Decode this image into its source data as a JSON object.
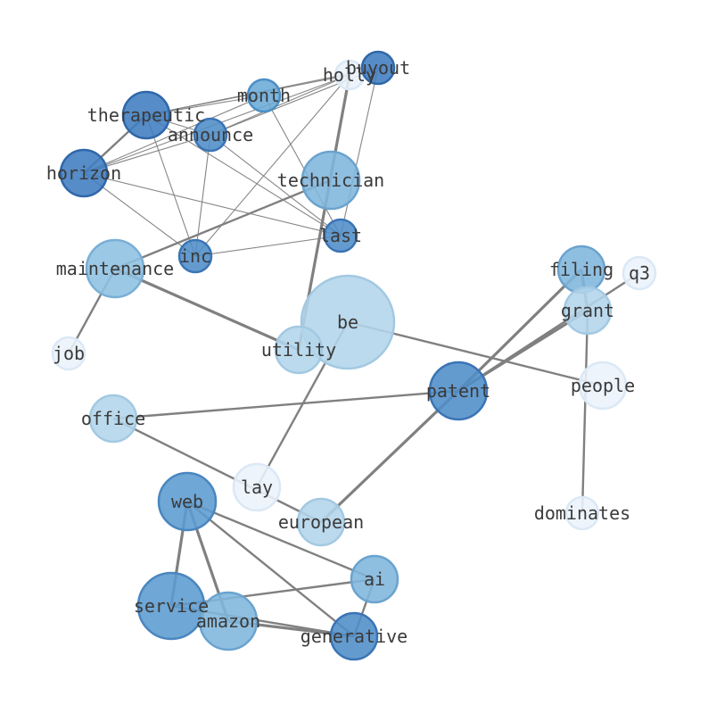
{
  "graph": {
    "colors": {
      "edge": "#808080",
      "label": "#3a3a3a"
    },
    "nodes": [
      {
        "id": "therapeutic",
        "label": "therapeutic",
        "fill": "#3f7cbf",
        "stroke": "#2f67aa"
      },
      {
        "id": "month",
        "label": "month",
        "fill": "#6aaad7",
        "stroke": "#4a8ec6"
      },
      {
        "id": "holly",
        "label": "holly",
        "fill": "#eaf2fb",
        "stroke": "#dbe8f6"
      },
      {
        "id": "buyout",
        "label": "buyout",
        "fill": "#3f7cbf",
        "stroke": "#2f67aa"
      },
      {
        "id": "announce",
        "label": "announce",
        "fill": "#4f8dc8",
        "stroke": "#3a74b5"
      },
      {
        "id": "horizon",
        "label": "horizon",
        "fill": "#3f7cbf",
        "stroke": "#2f67aa"
      },
      {
        "id": "technician",
        "label": "technician",
        "fill": "#7fb6dc",
        "stroke": "#6aa3cf"
      },
      {
        "id": "last",
        "label": "last",
        "fill": "#4f8dc8",
        "stroke": "#3a74b5"
      },
      {
        "id": "inc",
        "label": "inc",
        "fill": "#4f8dc8",
        "stroke": "#3a74b5"
      },
      {
        "id": "maintenance",
        "label": "maintenance",
        "fill": "#8dc0e1",
        "stroke": "#79afd6"
      },
      {
        "id": "job",
        "label": "job",
        "fill": "#eaf2fb",
        "stroke": "#dbe8f6"
      },
      {
        "id": "be",
        "label": "be",
        "fill": "#b3d5ea",
        "stroke": "#a2c9e2"
      },
      {
        "id": "utility",
        "label": "utility",
        "fill": "#b3d5ea",
        "stroke": "#a2c9e2"
      },
      {
        "id": "filing",
        "label": "filing",
        "fill": "#7fb6dc",
        "stroke": "#6aa3cf"
      },
      {
        "id": "q3",
        "label": "q3",
        "fill": "#eaf2fb",
        "stroke": "#dbe8f6"
      },
      {
        "id": "grant",
        "label": "grant",
        "fill": "#b3d5ea",
        "stroke": "#a2c9e2"
      },
      {
        "id": "patent",
        "label": "patent",
        "fill": "#4f8dc8",
        "stroke": "#3a74b5"
      },
      {
        "id": "people",
        "label": "people",
        "fill": "#eaf2fb",
        "stroke": "#dbe8f6"
      },
      {
        "id": "office",
        "label": "office",
        "fill": "#b3d5ea",
        "stroke": "#a2c9e2"
      },
      {
        "id": "lay",
        "label": "lay",
        "fill": "#eaf2fb",
        "stroke": "#dbe8f6"
      },
      {
        "id": "european",
        "label": "european",
        "fill": "#b3d5ea",
        "stroke": "#a2c9e2"
      },
      {
        "id": "dominates",
        "label": "dominates",
        "fill": "#eaf2fb",
        "stroke": "#dbe8f6"
      },
      {
        "id": "web",
        "label": "web",
        "fill": "#5b9bd0",
        "stroke": "#4a86bf"
      },
      {
        "id": "ai",
        "label": "ai",
        "fill": "#7fb6dc",
        "stroke": "#6aa3cf"
      },
      {
        "id": "service",
        "label": "service",
        "fill": "#5b9bd0",
        "stroke": "#4a86bf"
      },
      {
        "id": "amazon",
        "label": "amazon",
        "fill": "#7fb6dc",
        "stroke": "#6aa3cf"
      },
      {
        "id": "generative",
        "label": "generative",
        "fill": "#4f8dc8",
        "stroke": "#3a74b5"
      }
    ],
    "edges": [
      {
        "source": "therapeutic",
        "target": "month",
        "weight": 1
      },
      {
        "source": "therapeutic",
        "target": "holly",
        "weight": 1
      },
      {
        "source": "therapeutic",
        "target": "buyout",
        "weight": 1
      },
      {
        "source": "therapeutic",
        "target": "announce",
        "weight": 1
      },
      {
        "source": "therapeutic",
        "target": "horizon",
        "weight": 2
      },
      {
        "source": "therapeutic",
        "target": "last",
        "weight": 1
      },
      {
        "source": "therapeutic",
        "target": "inc",
        "weight": 1
      },
      {
        "source": "horizon",
        "target": "month",
        "weight": 1
      },
      {
        "source": "horizon",
        "target": "holly",
        "weight": 1
      },
      {
        "source": "horizon",
        "target": "announce",
        "weight": 1
      },
      {
        "source": "horizon",
        "target": "last",
        "weight": 1
      },
      {
        "source": "horizon",
        "target": "inc",
        "weight": 1
      },
      {
        "source": "announce",
        "target": "holly",
        "weight": 1
      },
      {
        "source": "announce",
        "target": "buyout",
        "weight": 1
      },
      {
        "source": "announce",
        "target": "last",
        "weight": 1
      },
      {
        "source": "announce",
        "target": "inc",
        "weight": 1
      },
      {
        "source": "month",
        "target": "last",
        "weight": 1
      },
      {
        "source": "inc",
        "target": "last",
        "weight": 1
      },
      {
        "source": "inc",
        "target": "holly",
        "weight": 1
      },
      {
        "source": "buyout",
        "target": "last",
        "weight": 1
      },
      {
        "source": "holly",
        "target": "utility",
        "weight": 3
      },
      {
        "source": "technician",
        "target": "maintenance",
        "weight": 2
      },
      {
        "source": "maintenance",
        "target": "utility",
        "weight": 3
      },
      {
        "source": "maintenance",
        "target": "job",
        "weight": 2
      },
      {
        "source": "be",
        "target": "people",
        "weight": 2
      },
      {
        "source": "be",
        "target": "lay",
        "weight": 2
      },
      {
        "source": "filing",
        "target": "patent",
        "weight": 3
      },
      {
        "source": "filing",
        "target": "grant",
        "weight": 3
      },
      {
        "source": "q3",
        "target": "patent",
        "weight": 2
      },
      {
        "source": "grant",
        "target": "patent",
        "weight": 3
      },
      {
        "source": "grant",
        "target": "dominates",
        "weight": 2
      },
      {
        "source": "patent",
        "target": "office",
        "weight": 2
      },
      {
        "source": "patent",
        "target": "european",
        "weight": 3
      },
      {
        "source": "office",
        "target": "european",
        "weight": 2
      },
      {
        "source": "web",
        "target": "ai",
        "weight": 2
      },
      {
        "source": "web",
        "target": "service",
        "weight": 3
      },
      {
        "source": "web",
        "target": "amazon",
        "weight": 3
      },
      {
        "source": "web",
        "target": "generative",
        "weight": 2
      },
      {
        "source": "service",
        "target": "ai",
        "weight": 2
      },
      {
        "source": "service",
        "target": "generative",
        "weight": 2
      },
      {
        "source": "amazon",
        "target": "generative",
        "weight": 3
      },
      {
        "source": "ai",
        "target": "generative",
        "weight": 2
      }
    ]
  }
}
